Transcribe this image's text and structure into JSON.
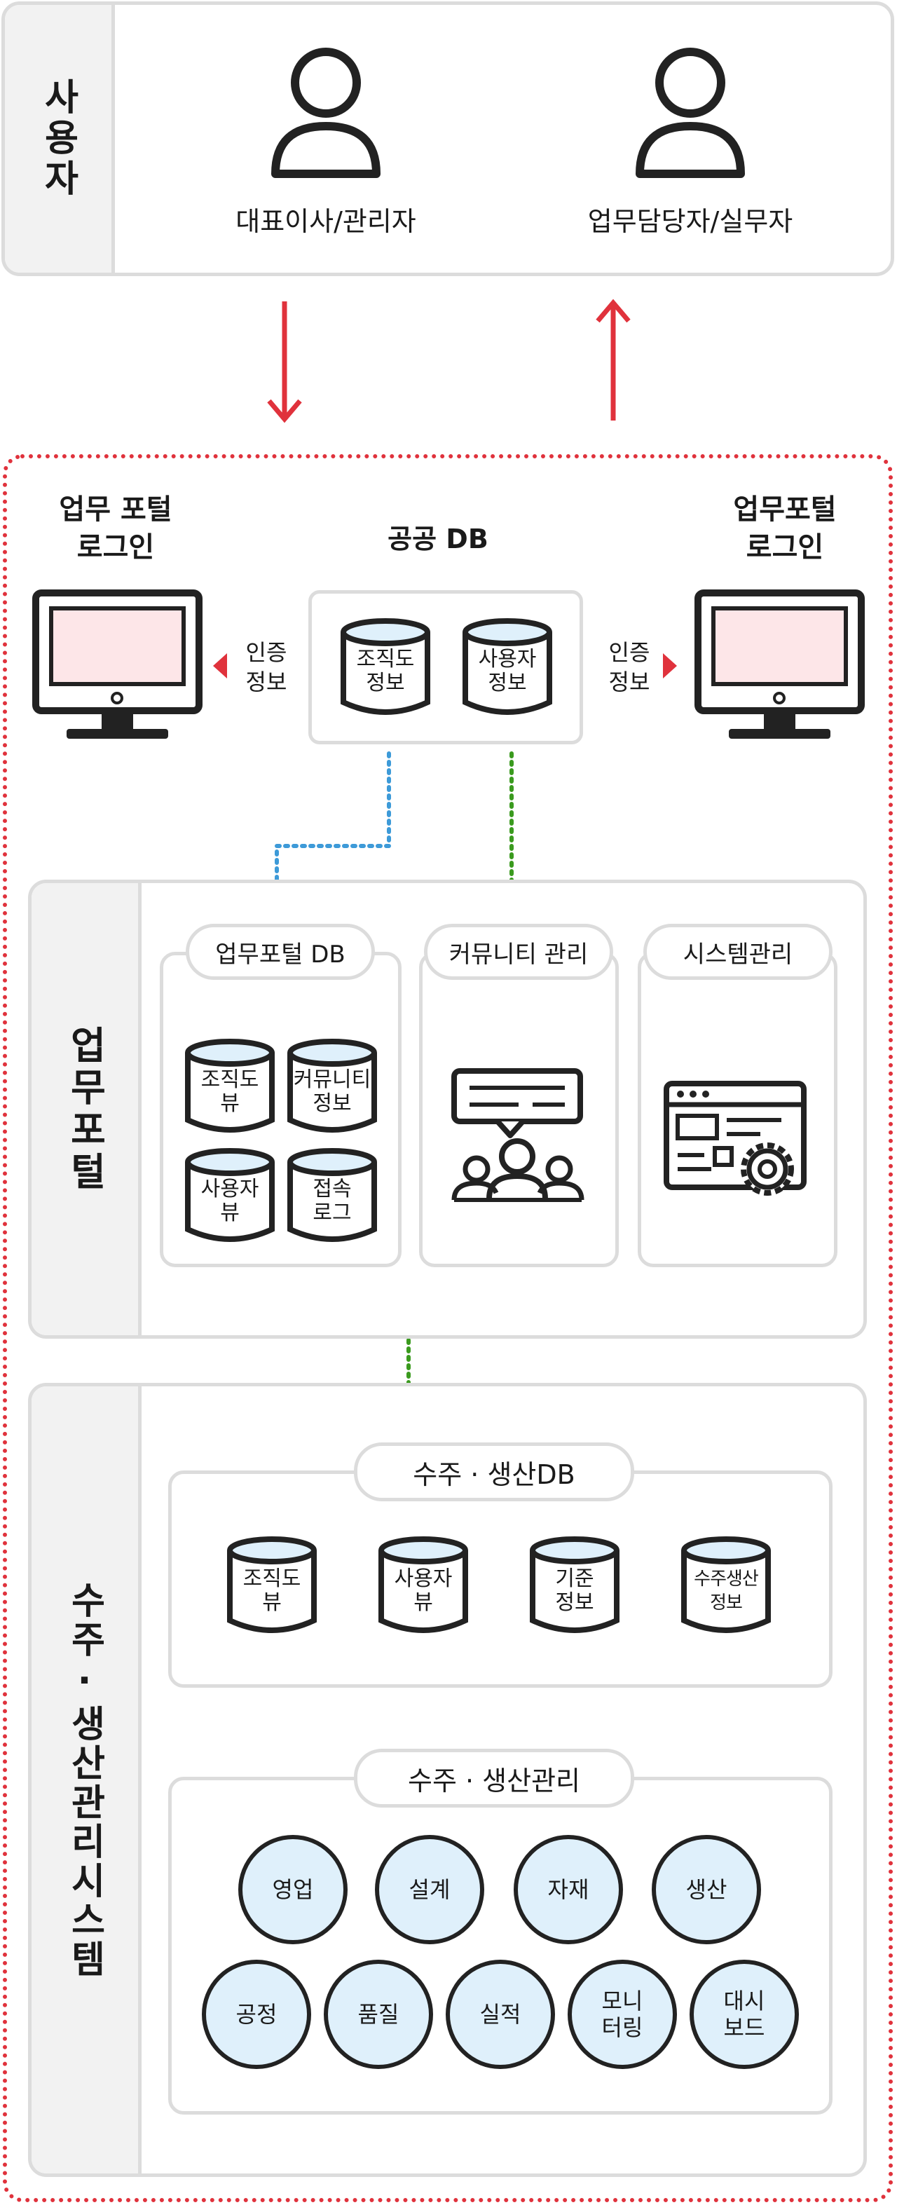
{
  "users": {
    "side_label": "사용자",
    "ceo_label": "대표이사/관리자",
    "staff_label": "업무담당자/실무자"
  },
  "login_left": {
    "title": "업무 포털\n로그인",
    "auth_label": "인증\n정보"
  },
  "login_right": {
    "title": "업무포털\n로그인",
    "auth_label": "인증\n정보"
  },
  "public_db": {
    "title": "공공 DB",
    "items": [
      "조직도\n정보",
      "사용자\n정보"
    ]
  },
  "portal": {
    "side_label": "업무포털",
    "db_title": "업무포털 DB",
    "db_items": [
      "조직도\n뷰",
      "커뮤니티\n정보",
      "사용자\n뷰",
      "접속\n로그"
    ],
    "community_title": "커뮤니티 관리",
    "system_title": "시스템관리"
  },
  "production": {
    "side_label": "수주·생산관리시스템",
    "db_title": "수주 · 생산DB",
    "db_items": [
      "조직도\n뷰",
      "사용자\n뷰",
      "기준\n정보",
      "수주생산\n정보"
    ],
    "mgmt_title": "수주 · 생산관리",
    "modules_row1": [
      "영업",
      "설계",
      "자재",
      "생산"
    ],
    "modules_row2": [
      "공정",
      "품질",
      "실적",
      "모니\n터링",
      "대시\n보드"
    ]
  },
  "colors": {
    "arrow_red": "#e0323c",
    "border_dotted_red": "#e0323c",
    "flow_blue": "#3d9ad8",
    "flow_green": "#3a9a1e",
    "monitor_screen": "#fde6e8",
    "cylinder_fill": "#dff0fb",
    "module_fill": "#dff0fb"
  }
}
